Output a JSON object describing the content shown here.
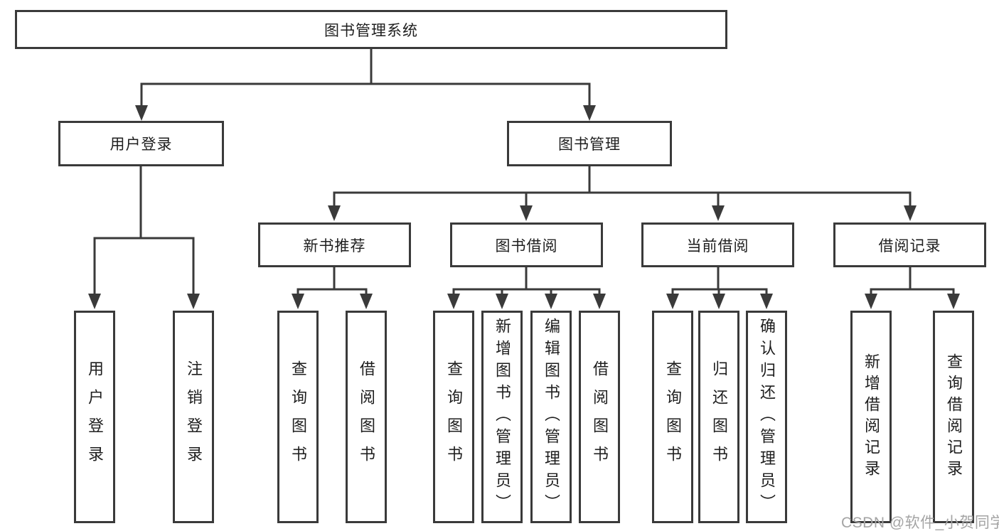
{
  "diagram": {
    "title": "图书管理系统",
    "watermark": "CSDN @软件_小贺同学",
    "colors": {
      "line": "#3a3a3a",
      "box_border": "#3a3a3a",
      "text": "#1e1e1e",
      "watermark": "#a4a4a4",
      "background": "#ffffff"
    },
    "root": {
      "label": "图书管理系统"
    },
    "level1": [
      {
        "label": "用户登录",
        "parent": "图书管理系统"
      },
      {
        "label": "图书管理",
        "parent": "图书管理系统"
      }
    ],
    "level2": [
      {
        "label": "新书推荐",
        "parent": "图书管理"
      },
      {
        "label": "图书借阅",
        "parent": "图书管理"
      },
      {
        "label": "当前借阅",
        "parent": "图书管理"
      },
      {
        "label": "借阅记录",
        "parent": "图书管理"
      }
    ],
    "leaves": [
      {
        "label": "用户登录",
        "parent": "用户登录"
      },
      {
        "label": "注销登录",
        "parent": "用户登录"
      },
      {
        "label": "查询图书",
        "parent": "新书推荐"
      },
      {
        "label": "借阅图书",
        "parent": "新书推荐"
      },
      {
        "label": "查询图书",
        "parent": "图书借阅"
      },
      {
        "label": "新增图书（管理员）",
        "parent": "图书借阅"
      },
      {
        "label": "编辑图书（管理员）",
        "parent": "图书借阅"
      },
      {
        "label": "借阅图书",
        "parent": "图书借阅"
      },
      {
        "label": "查询图书",
        "parent": "当前借阅"
      },
      {
        "label": "归还图书",
        "parent": "当前借阅"
      },
      {
        "label": "确认归还（管理员）",
        "parent": "当前借阅"
      },
      {
        "label": "新增借阅记录",
        "parent": "借阅记录"
      },
      {
        "label": "查询借阅记录",
        "parent": "借阅记录"
      }
    ]
  }
}
